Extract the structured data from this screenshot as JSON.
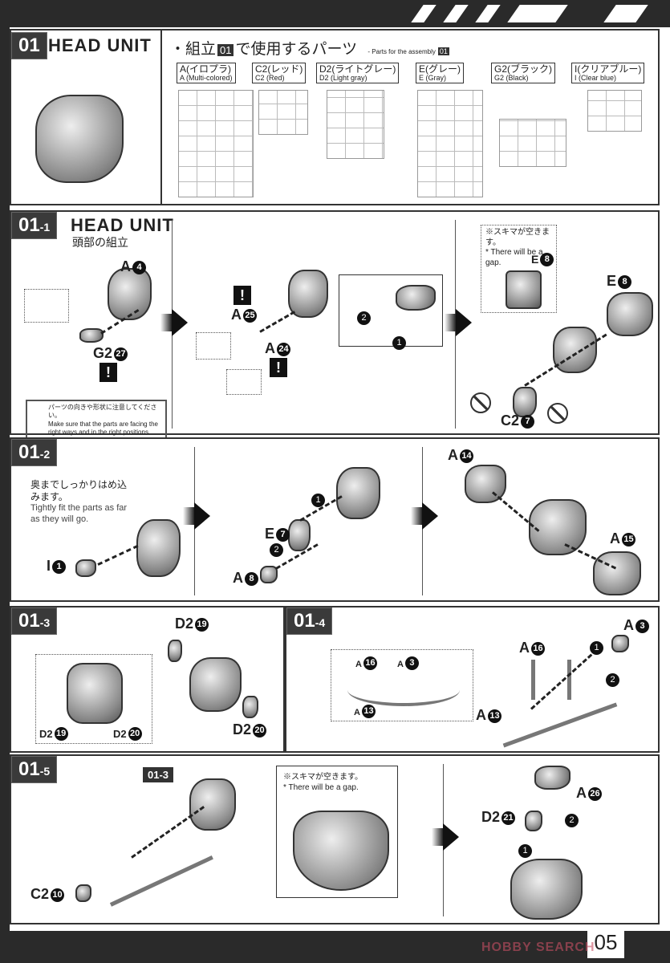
{
  "step01": {
    "tag": "01",
    "title": "HEAD UNIT",
    "parts_heading_jp": "・組立",
    "parts_heading_tag": "01",
    "parts_heading_jp2": "で使用するパーツ",
    "parts_heading_en": "- Parts for the assembly",
    "parts_heading_en_tag": "01",
    "runners": [
      {
        "jp": "A(イロプラ)",
        "en": "A (Multi-colored)"
      },
      {
        "jp": "C2(レッド)",
        "en": "C2 (Red)"
      },
      {
        "jp": "D2(ライトグレー)",
        "en": "D2 (Light gray)"
      },
      {
        "jp": "E(グレー)",
        "en": "E (Gray)"
      },
      {
        "jp": "G2(ブラック)",
        "en": "G2 (Black)"
      },
      {
        "jp": "I(クリアブルー)",
        "en": "I (Clear blue)"
      }
    ]
  },
  "step01_1": {
    "tag": "01",
    "sub": "-1",
    "title": "HEAD UNIT",
    "title_jp": "頭部の組立",
    "labels": {
      "a4": {
        "p": "A",
        "n": "4"
      },
      "g227": {
        "p": "G2",
        "n": "27"
      },
      "a25": {
        "p": "A",
        "n": "25"
      },
      "a24": {
        "p": "A",
        "n": "24"
      },
      "e8small": {
        "p": "E",
        "n": "8"
      },
      "e8": {
        "p": "E",
        "n": "8"
      },
      "c27": {
        "p": "C2",
        "n": "7"
      },
      "o1": "1",
      "o2": "2"
    },
    "warning": "!",
    "caution_jp": "パーツの向きや形状に注意してください。",
    "caution_en": "Make sure that the parts are facing the right ways and in the right positions.",
    "gap_jp": "※スキマが空きます。",
    "gap_en": "* There will be a gap."
  },
  "step01_2": {
    "tag": "01",
    "sub": "-2",
    "fit_jp": "奥までしっかりはめ込みます。",
    "fit_en": "Tightly fit the parts as far as they will go.",
    "labels": {
      "i1": {
        "p": "I",
        "n": "1"
      },
      "e7": {
        "p": "E",
        "n": "7"
      },
      "a8": {
        "p": "A",
        "n": "8"
      },
      "a14": {
        "p": "A",
        "n": "14"
      },
      "a15": {
        "p": "A",
        "n": "15"
      },
      "o1": "1",
      "o2": "2"
    }
  },
  "step01_3": {
    "tag": "01",
    "sub": "-3",
    "labels": {
      "d219": {
        "p": "D2",
        "n": "19"
      },
      "d220": {
        "p": "D2",
        "n": "20"
      }
    }
  },
  "step01_4": {
    "tag": "01",
    "sub": "-4",
    "labels": {
      "a3": {
        "p": "A",
        "n": "3"
      },
      "a16": {
        "p": "A",
        "n": "16"
      },
      "a13": {
        "p": "A",
        "n": "13"
      },
      "o1": "1",
      "o2": "2"
    }
  },
  "step01_5": {
    "tag": "01",
    "sub": "-5",
    "ref_tag": "01-3",
    "labels": {
      "c210": {
        "p": "C2",
        "n": "10"
      },
      "d221": {
        "p": "D2",
        "n": "21"
      },
      "a26": {
        "p": "A",
        "n": "26"
      },
      "o1": "1",
      "o2": "2"
    },
    "gap_jp": "※スキマが空きます。",
    "gap_en": "* There will be a gap."
  },
  "page_number": "05",
  "watermark": "HOBBY SEARCH"
}
